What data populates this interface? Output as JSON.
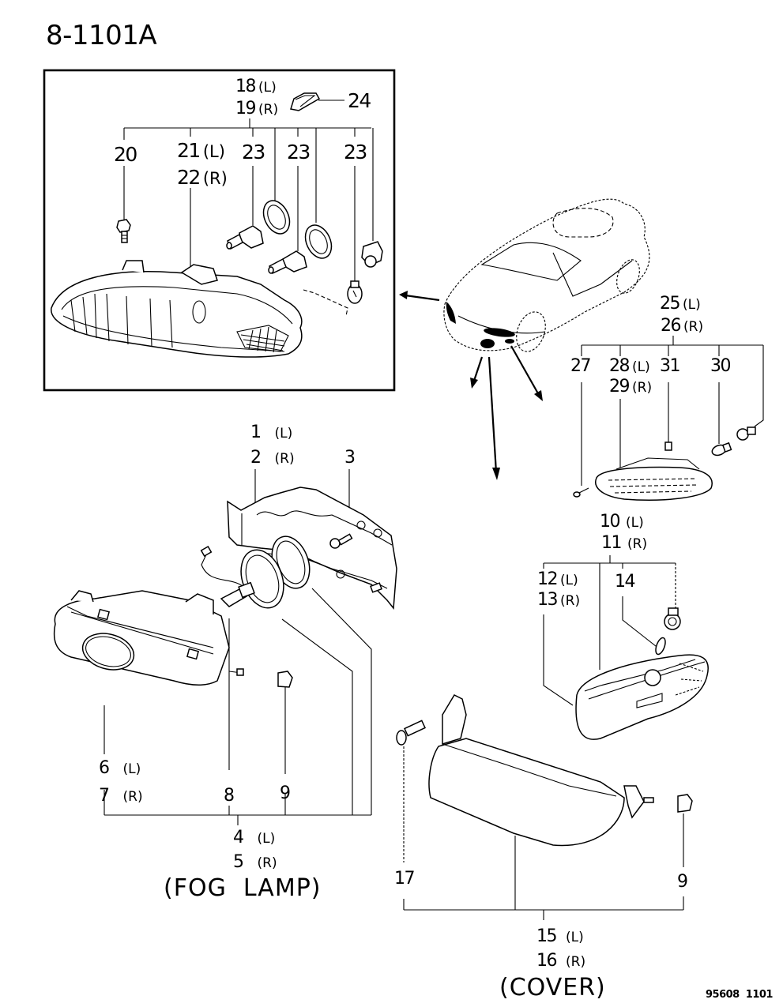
{
  "diagram": {
    "title": "8-1101A",
    "footer_code": "95608  1101",
    "groups": {
      "headlamp": {
        "callouts": {
          "c18": {
            "num": "18",
            "side": "(L)"
          },
          "c19": {
            "num": "19",
            "side": "(R)"
          },
          "c24": {
            "num": "24"
          },
          "c20": {
            "num": "20"
          },
          "c21": {
            "num": "21",
            "side": "(L)"
          },
          "c22": {
            "num": "22",
            "side": "(R)"
          },
          "c23a": {
            "num": "23"
          },
          "c23b": {
            "num": "23"
          },
          "c23c": {
            "num": "23"
          }
        }
      },
      "side_marker": {
        "callouts": {
          "c25": {
            "num": "25",
            "side": "(L)"
          },
          "c26": {
            "num": "26",
            "side": "(R)"
          },
          "c27": {
            "num": "27"
          },
          "c28": {
            "num": "28",
            "side": "(L)"
          },
          "c29": {
            "num": "29",
            "side": "(R)"
          },
          "c31": {
            "num": "31"
          },
          "c30": {
            "num": "30"
          }
        }
      },
      "fog_lamp": {
        "caption": "(FOG  LAMP)",
        "callouts": {
          "c1": {
            "num": "1",
            "side": "(L)"
          },
          "c2": {
            "num": "2",
            "side": "(R)"
          },
          "c3": {
            "num": "3"
          },
          "c6": {
            "num": "6",
            "side": "(L)"
          },
          "c7": {
            "num": "7",
            "side": "(R)"
          },
          "c8": {
            "num": "8"
          },
          "c9": {
            "num": "9"
          },
          "c4": {
            "num": "4",
            "side": "(L)"
          },
          "c5": {
            "num": "5",
            "side": "(R)"
          }
        }
      },
      "turn_signal": {
        "callouts": {
          "c10": {
            "num": "10",
            "side": "(L)"
          },
          "c11": {
            "num": "11",
            "side": "(R)"
          },
          "c12": {
            "num": "12",
            "side": "(L)"
          },
          "c13": {
            "num": "13",
            "side": "(R)"
          },
          "c14": {
            "num": "14"
          }
        }
      },
      "cover": {
        "caption": "(COVER)",
        "callouts": {
          "c17": {
            "num": "17"
          },
          "c9": {
            "num": "9"
          },
          "c15": {
            "num": "15",
            "side": "(L)"
          },
          "c16": {
            "num": "16",
            "side": "(R)"
          }
        }
      }
    },
    "colors": {
      "ink": "#000000",
      "paper": "#ffffff"
    }
  }
}
